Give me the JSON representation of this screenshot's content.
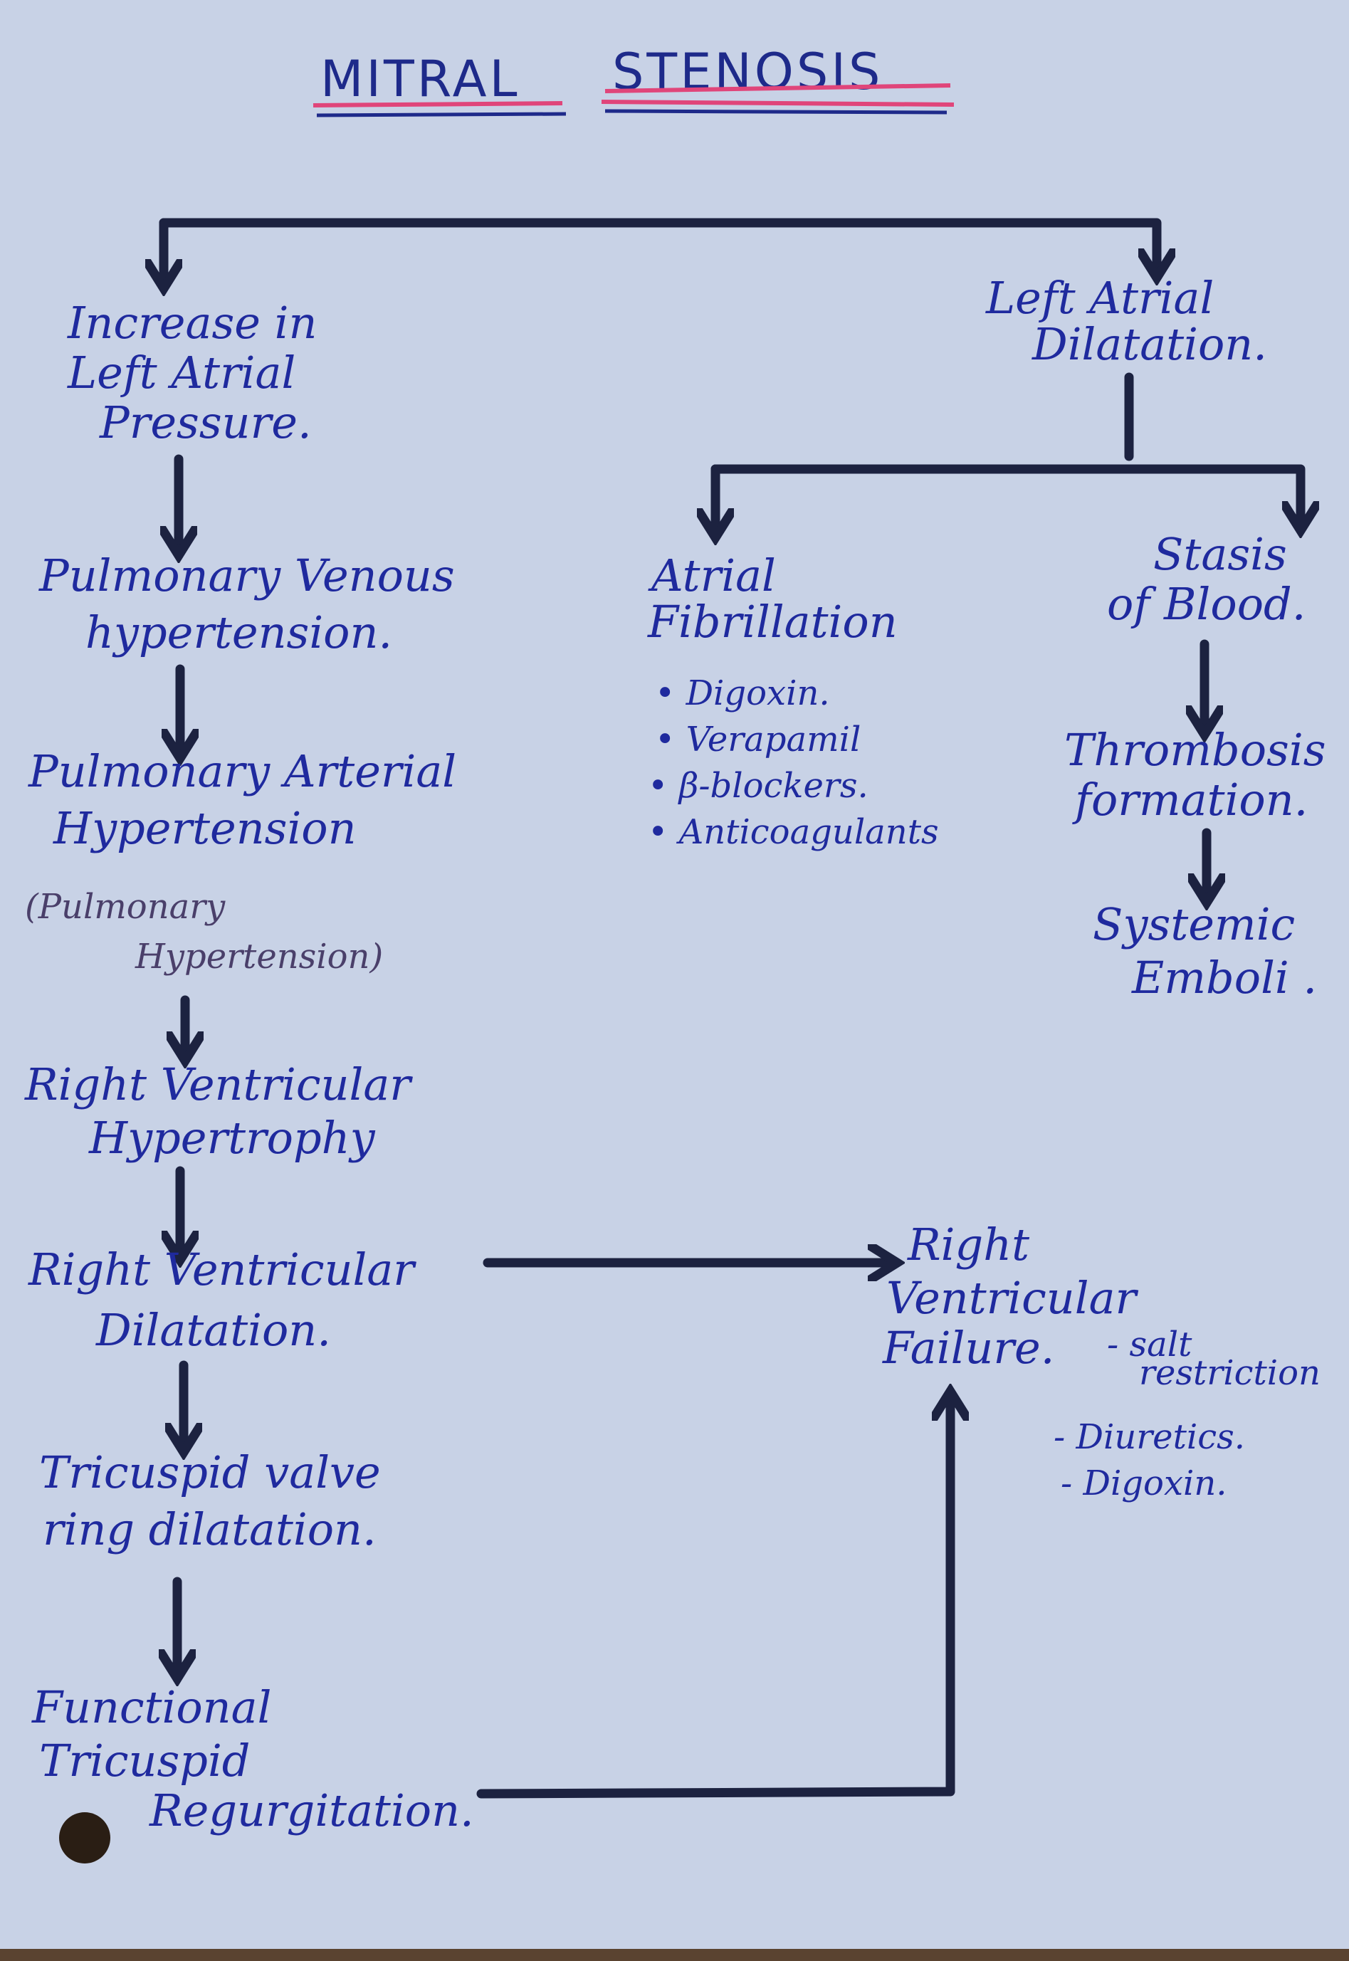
{
  "title": {
    "word1": "MITRAL",
    "word2": "STENOSIS"
  },
  "colors": {
    "paper": "#c8d2e6",
    "ink": "#1f2a9e",
    "arrow": "#1c2240",
    "underline": "#e0457a"
  },
  "left": {
    "n1": [
      "Increase in",
      "Left Atrial",
      "Pressure."
    ],
    "n2": [
      "Pulmonary Venous",
      "hypertension."
    ],
    "n3": [
      "Pulmonary Arterial",
      "Hypertension",
      "(Pulmonary",
      "Hypertension)"
    ],
    "n4": [
      "Right Ventricular",
      "Hypertrophy"
    ],
    "n5": [
      "Right Ventricular",
      "Dilatation."
    ],
    "n6": [
      "Tricuspid valve",
      "ring dilatation."
    ],
    "n7": [
      "Functional",
      "Tricuspid",
      "Regurgitation."
    ]
  },
  "right": {
    "lad": [
      "Left Atrial",
      "Dilatation."
    ],
    "af": [
      "Atrial",
      "Fibrillation"
    ],
    "af_treatment": [
      "• Digoxin.",
      "• Verapamil",
      "• β-blockers.",
      "• Anticoagulants"
    ],
    "stasis": [
      "Stasis",
      "of Blood."
    ],
    "thrombosis": [
      "Thrombosis",
      "formation."
    ],
    "emboli": [
      "Systemic",
      "Emboli ."
    ],
    "rvf": [
      "Right",
      "Ventricular",
      "Failure."
    ],
    "rvf_treatment": [
      "- salt",
      "restriction",
      "- Diuretics.",
      "- Digoxin."
    ]
  }
}
